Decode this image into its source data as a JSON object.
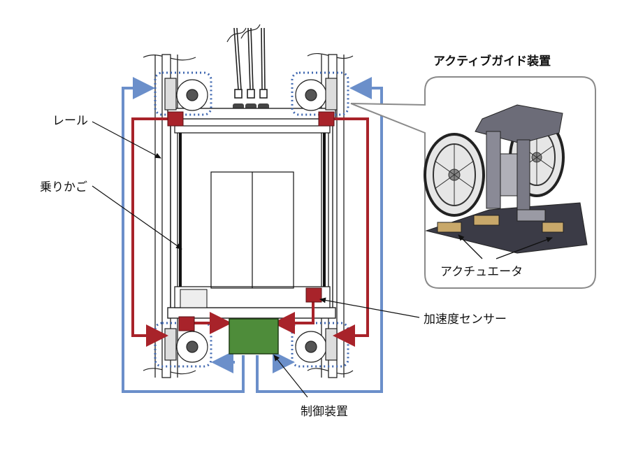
{
  "labels": {
    "rail": "レール",
    "car": "乗りかご",
    "active_guide_title": "アクティブガイド装置",
    "actuator": "アクチュエータ",
    "accel_sensor": "加速度センサー",
    "controller": "制御装置"
  },
  "colors": {
    "signal_red": "#a8232a",
    "command_blue": "#6b8fca",
    "controller_green": "#4e8c3a",
    "guide_dotted": "#3f67b0",
    "structure": "#222222"
  }
}
